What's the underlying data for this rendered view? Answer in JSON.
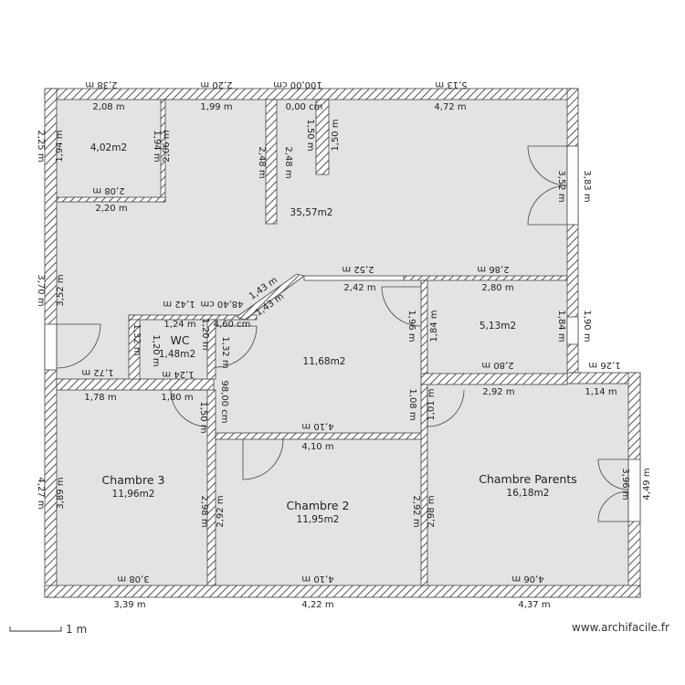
{
  "rooms": {
    "r1": {
      "name": "",
      "area": "4,02m2"
    },
    "main": {
      "name": "",
      "area": "35,57m2"
    },
    "r513": {
      "name": "",
      "area": "5,13m2"
    },
    "wc": {
      "name": "WC",
      "area": "1,48m2"
    },
    "hall": {
      "name": "",
      "area": "11,68m2"
    },
    "ch3": {
      "name": "Chambre 3",
      "area": "11,96m2"
    },
    "ch2": {
      "name": "Chambre 2",
      "area": "11,95m2"
    },
    "chp": {
      "name": "Chambre Parents",
      "area": "16,18m2"
    }
  },
  "dims": {
    "top_238": "2,38 m",
    "top_220": "2,20 m",
    "top_100": "100,00 cm",
    "top_513": "5,13 m",
    "in_208": "2,08 m",
    "in_199": "1,99 m",
    "in_000": "0,00 cm",
    "in_472": "4,72 m",
    "left_225": "2,25 m",
    "v_194": "1,94 m",
    "v_194b": "1,94 m",
    "v_206": "2,06 m",
    "v_248": "2,48 m",
    "v_248b": "2,48 m",
    "v_150": "1,50 m",
    "v_150b": "1,50 m",
    "r1_208b": "2,08 m",
    "r1_220": "2,20 m",
    "right_352": "3,52 m",
    "right_383": "3,83 m",
    "left_370": "3,70 m",
    "v_352b": "3,52 m",
    "d_143": "1,43 m",
    "d_143b": "1,43 m",
    "d_4840": "48,40 cm",
    "d_142": "1,42 m",
    "d_252": "2,52 m",
    "d_286": "2,86 m",
    "d_242": "2,42 m",
    "d_280": "2,80 m",
    "wc_124": "1,24 m",
    "wc_460": "4,60 cm",
    "wc_132": "1,32 m",
    "wc_120": "1,20 m",
    "wc_120b": "1,20 m",
    "wc_132b": "1,32 m",
    "wc_124b": "1,24 m",
    "h_196": "1,96 m",
    "h_184": "1,84 m",
    "h_184b": "1,84 m",
    "h_190": "1,90 m",
    "r513_280b": "2,80 m",
    "h_126": "1,26 m",
    "l_172": "1,72 m",
    "l_178": "1,78 m",
    "l_180": "1,80 m",
    "l_9800": "98,00 cm",
    "l_150": "1,50 m",
    "h_108": "1,08 m",
    "h_101": "1,01 m",
    "h_292": "2,92 m",
    "h_114": "1,14 m",
    "h_410": "4,10 m",
    "h_410b": "4,10 m",
    "left_427": "4,27 m",
    "ch3_389": "3,89 m",
    "ch_298": "2,98 m",
    "ch_292": "2,92 m",
    "ch_292b": "2,92 m",
    "ch_298b": "2,98 m",
    "chp_396": "3,96 m",
    "right_449": "4,49 m",
    "ch3_308": "3,08 m",
    "ch2_410": "4,10 m",
    "chp_406": "4,06 m",
    "bot_339": "3,39 m",
    "bot_422": "4,22 m",
    "bot_437": "4,37 m"
  },
  "footer": {
    "scale": "1 m",
    "brand": "www.archifacile.fr"
  }
}
